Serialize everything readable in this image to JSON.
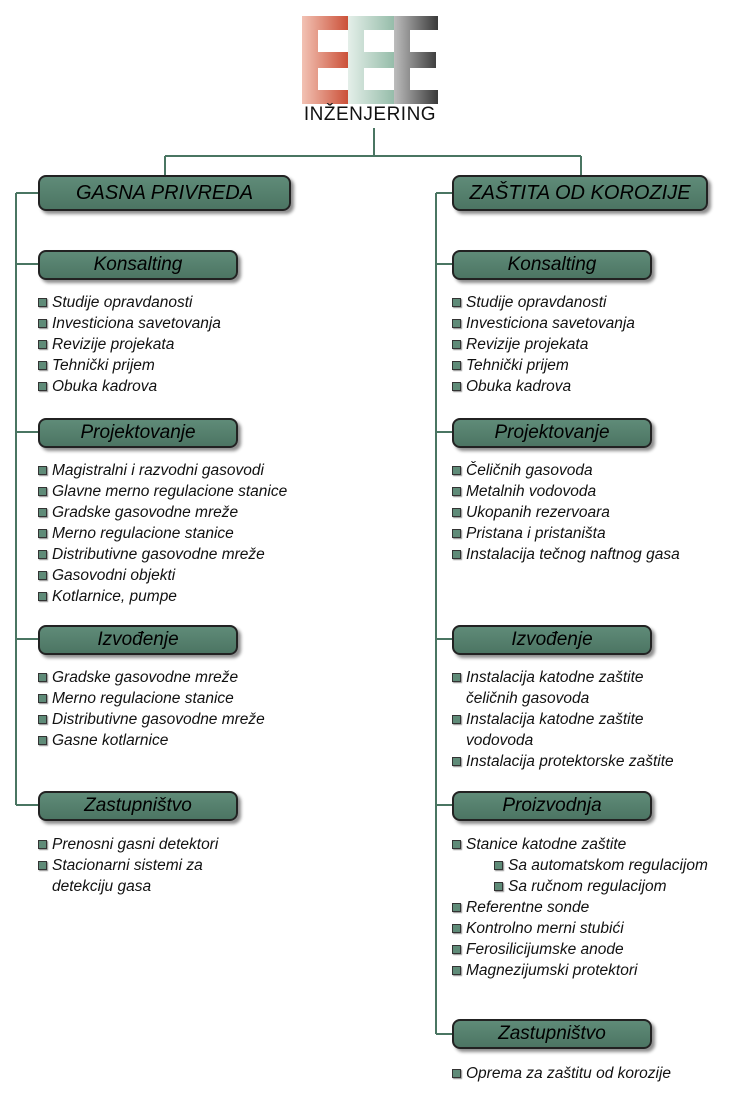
{
  "logo": {
    "text": "INŽENJERING",
    "colors": [
      "#c8472e",
      "#8fb8a4",
      "#3a3a3a"
    ]
  },
  "columns": [
    {
      "title": "GASNA PRIVREDA",
      "sections": [
        {
          "title": "Konsalting",
          "items": [
            {
              "label": "Studije opravdanosti"
            },
            {
              "label": "Investiciona savetovanja"
            },
            {
              "label": "Revizije projekata"
            },
            {
              "label": "Tehnički prijem"
            },
            {
              "label": "Obuka kadrova"
            }
          ]
        },
        {
          "title": "Projektovanje",
          "items": [
            {
              "label": "Magistralni i razvodni gasovodi"
            },
            {
              "label": "Glavne merno regulacione stanice"
            },
            {
              "label": "Gradske gasovodne mreže"
            },
            {
              "label": "Merno regulacione stanice"
            },
            {
              "label": "Distributivne gasovodne mreže"
            },
            {
              "label": "Gasovodni objekti"
            },
            {
              "label": "Kotlarnice, pumpe"
            }
          ]
        },
        {
          "title": "Izvođenje",
          "items": [
            {
              "label": "Gradske gasovodne mreže"
            },
            {
              "label": "Merno regulacione stanice"
            },
            {
              "label": "Distributivne gasovodne mreže"
            },
            {
              "label": "Gasne kotlarnice"
            }
          ]
        },
        {
          "title": "Zastupništvo",
          "items": [
            {
              "label": "Prenosni gasni detektori"
            },
            {
              "label": "Stacionarni sistemi za detekciju gasa"
            }
          ]
        }
      ]
    },
    {
      "title": "ZAŠTITA OD KOROZIJE",
      "sections": [
        {
          "title": "Konsalting",
          "items": [
            {
              "label": "Studije opravdanosti"
            },
            {
              "label": "Investiciona savetovanja"
            },
            {
              "label": "Revizije projekata"
            },
            {
              "label": "Tehnički prijem"
            },
            {
              "label": "Obuka kadrova"
            }
          ]
        },
        {
          "title": "Projektovanje",
          "items": [
            {
              "label": "Čeličnih gasovoda"
            },
            {
              "label": "Metalnih vodovoda"
            },
            {
              "label": "Ukopanih rezervoara"
            },
            {
              "label": "Pristana i pristaništa"
            },
            {
              "label": "Instalacija tečnog naftnog gasa"
            }
          ]
        },
        {
          "title": "Izvođenje",
          "items": [
            {
              "label": "Instalacija katodne zaštite čeličnih gasovoda"
            },
            {
              "label": "Instalacija katodne zaštite vodovoda"
            },
            {
              "label": "Instalacija protektorske zaštite"
            }
          ]
        },
        {
          "title": "Proizvodnja",
          "items": [
            {
              "label": "Stanice katodne zaštite"
            },
            {
              "label": "Sa automatskom regulacijom",
              "level": 2
            },
            {
              "label": "Sa ručnom regulacijom",
              "level": 2
            },
            {
              "label": "Referentne sonde"
            },
            {
              "label": "Kontrolno merni stubići"
            },
            {
              "label": "Ferosilicijumske anode"
            },
            {
              "label": "Magnezijumski protektori"
            }
          ]
        },
        {
          "title": "Zastupništvo",
          "items": [
            {
              "label": "Oprema za zaštitu od korozije"
            }
          ]
        }
      ]
    }
  ]
}
